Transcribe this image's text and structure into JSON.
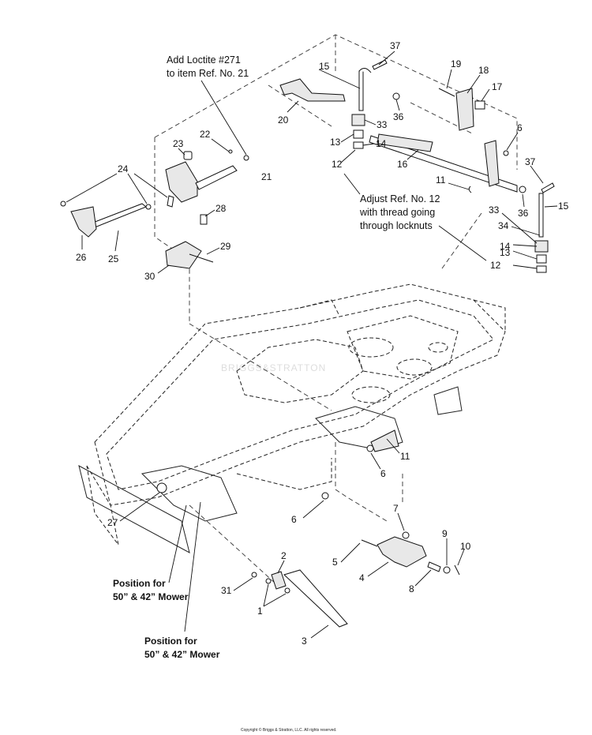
{
  "notes": {
    "loctite_line1": "Add Loctite #271",
    "loctite_line2": "to item Ref. No. 21",
    "adjust_line1": "Adjust Ref. No. 12",
    "adjust_line2": "with thread going",
    "adjust_line3": "through locknuts",
    "position_a_line1": "Position for",
    "position_a_line2": "50” & 42” Mower",
    "position_b_line1": "Position for",
    "position_b_line2": "50” & 42” Mower"
  },
  "callouts": {
    "c1": "1",
    "c2": "2",
    "c3": "3",
    "c4": "4",
    "c5": "5",
    "c6a": "6",
    "c6b": "6",
    "c6c": "6",
    "c7": "7",
    "c8": "8",
    "c9": "9",
    "c10": "10",
    "c11a": "11",
    "c11b": "11",
    "c12a": "12",
    "c12b": "12",
    "c13a": "13",
    "c13b": "13",
    "c14a": "14",
    "c14b": "14",
    "c15a": "15",
    "c15b": "15",
    "c16": "16",
    "c17": "17",
    "c18": "18",
    "c19": "19",
    "c20": "20",
    "c21": "21",
    "c22": "22",
    "c23": "23",
    "c24": "24",
    "c25": "25",
    "c26": "26",
    "c27": "27",
    "c28": "28",
    "c29": "29",
    "c30": "30",
    "c31": "31",
    "c33a": "33",
    "c33b": "33",
    "c34": "34",
    "c36a": "36",
    "c36b": "36",
    "c37a": "37",
    "c37b": "37"
  },
  "copyright": "Copyright © Briggs & Stratton, LLC. All rights reserved.",
  "watermark": "BRIGGS&STRATTON"
}
